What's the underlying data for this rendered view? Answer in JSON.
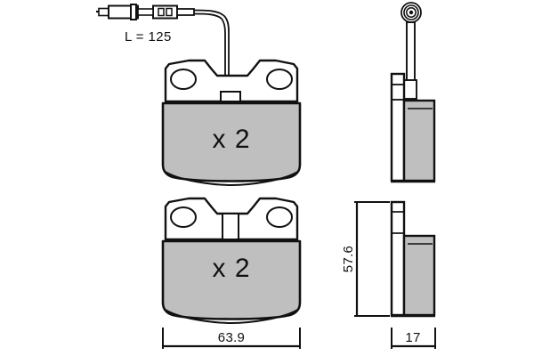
{
  "drawing": {
    "type": "brake-pad-set-technical-drawing",
    "background_color": "#ffffff",
    "line_color": "#111111",
    "friction_fill_color": "#bfbfbf",
    "backplate_fill_color": "#ffffff"
  },
  "sensor": {
    "label": "L = 125",
    "name": "wear-indicator-sensor"
  },
  "pads": {
    "upper": {
      "quantity_label": "x 2",
      "name": "brake-pad-front-view-upper"
    },
    "lower": {
      "quantity_label": "x 2",
      "name": "brake-pad-front-view-lower"
    }
  },
  "side_views": {
    "upper": {
      "name": "brake-pad-side-view-upper"
    },
    "lower": {
      "name": "brake-pad-side-view-lower"
    }
  },
  "dimensions": {
    "width": {
      "value": "63.9",
      "name": "pad-width-dimension"
    },
    "height": {
      "value": "57.6",
      "name": "pad-height-dimension"
    },
    "thickness": {
      "value": "17",
      "name": "pad-thickness-dimension"
    }
  }
}
